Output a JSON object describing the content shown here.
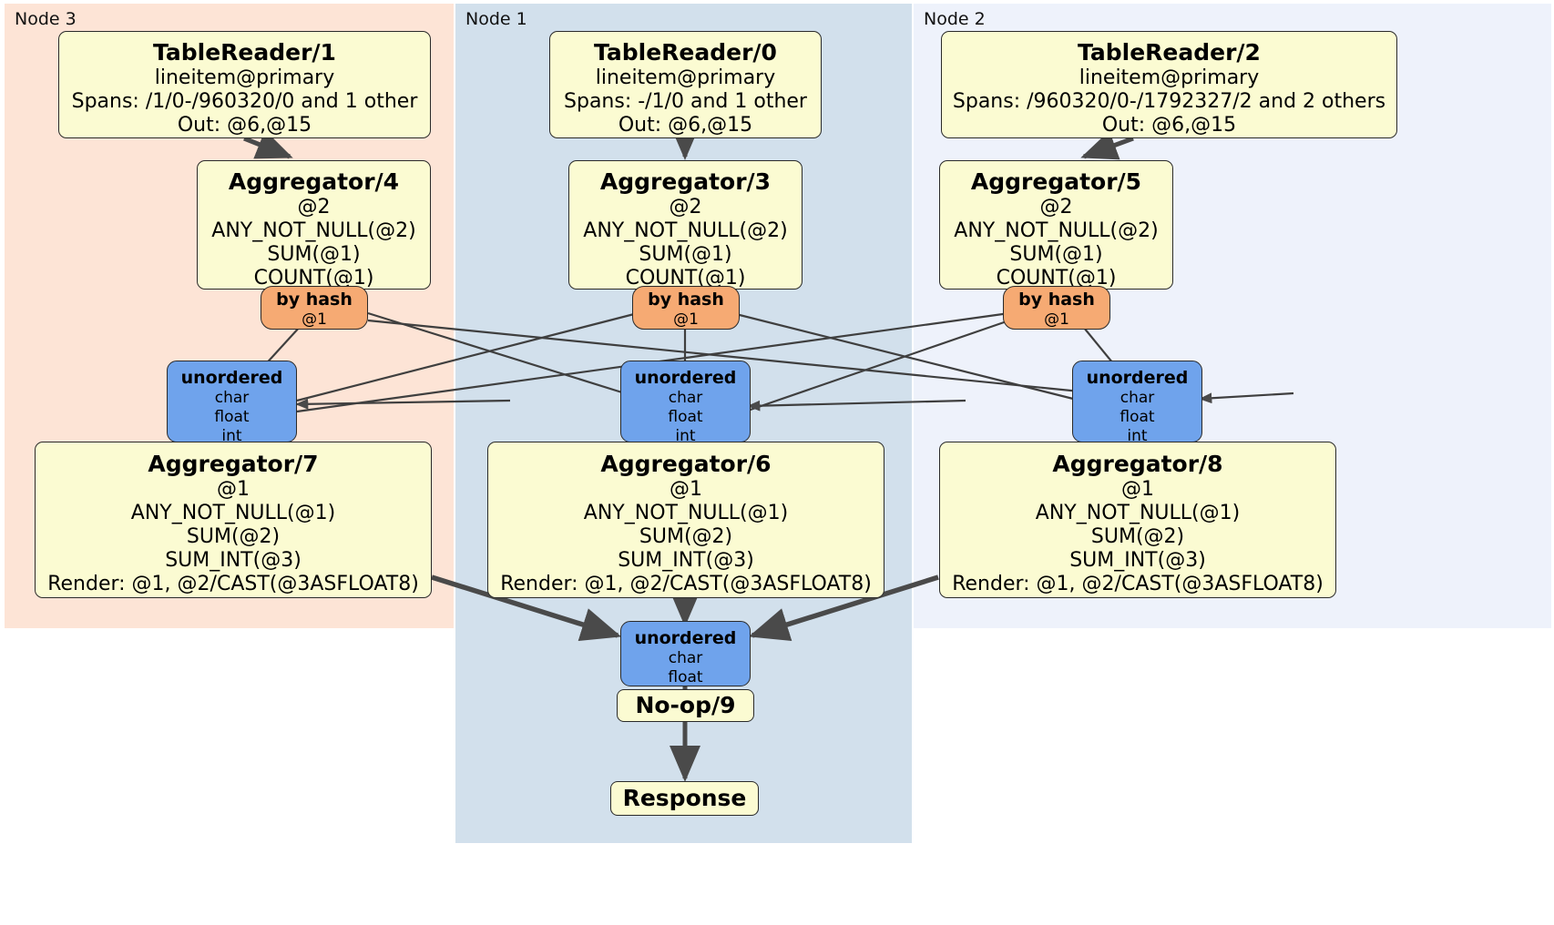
{
  "diagram": {
    "title": "Distributed query execution plan",
    "colors": {
      "proc_fill": "#fbfbd2",
      "router_fill": "#f6aa73",
      "sync_fill": "#6fa3ec",
      "node3_panel": "#fde4d6",
      "node1_panel": "#d2e0ec",
      "node2_panel": "#eef2fb",
      "edge_thin": "#4a4a4a",
      "edge_thick": "#4a4a4a",
      "border": "#2a2a2a"
    }
  },
  "panels": [
    {
      "id": "node3",
      "label": "Node 3"
    },
    {
      "id": "node1",
      "label": "Node 1"
    },
    {
      "id": "node2",
      "label": "Node 2"
    }
  ],
  "nodes": {
    "tablereader_1": {
      "title": "TableReader/1",
      "lines": [
        "lineitem@primary",
        "Spans: /1/0-/960320/0 and 1 other",
        "Out: @6,@15"
      ]
    },
    "tablereader_0": {
      "title": "TableReader/0",
      "lines": [
        "lineitem@primary",
        "Spans: -/1/0 and 1 other",
        "Out: @6,@15"
      ]
    },
    "tablereader_2": {
      "title": "TableReader/2",
      "lines": [
        "lineitem@primary",
        "Spans: /960320/0-/1792327/2 and 2 others",
        "Out: @6,@15"
      ]
    },
    "aggregator_4": {
      "title": "Aggregator/4",
      "lines": [
        "@2",
        "ANY_NOT_NULL(@2)",
        "SUM(@1)",
        "COUNT(@1)"
      ]
    },
    "aggregator_3": {
      "title": "Aggregator/3",
      "lines": [
        "@2",
        "ANY_NOT_NULL(@2)",
        "SUM(@1)",
        "COUNT(@1)"
      ]
    },
    "aggregator_5": {
      "title": "Aggregator/5",
      "lines": [
        "@2",
        "ANY_NOT_NULL(@2)",
        "SUM(@1)",
        "COUNT(@1)"
      ]
    },
    "byhash_left": {
      "title": "by hash",
      "lines": [
        "@1"
      ]
    },
    "byhash_center": {
      "title": "by hash",
      "lines": [
        "@1"
      ]
    },
    "byhash_right": {
      "title": "by hash",
      "lines": [
        "@1"
      ]
    },
    "unordered_left": {
      "title": "unordered",
      "lines": [
        "char",
        "float",
        "int"
      ]
    },
    "unordered_center": {
      "title": "unordered",
      "lines": [
        "char",
        "float",
        "int"
      ]
    },
    "unordered_right": {
      "title": "unordered",
      "lines": [
        "char",
        "float",
        "int"
      ]
    },
    "aggregator_7": {
      "title": "Aggregator/7",
      "lines": [
        "@1",
        "ANY_NOT_NULL(@1)",
        "SUM(@2)",
        "SUM_INT(@3)",
        "Render: @1, @2/CAST(@3ASFLOAT8)"
      ]
    },
    "aggregator_6": {
      "title": "Aggregator/6",
      "lines": [
        "@1",
        "ANY_NOT_NULL(@1)",
        "SUM(@2)",
        "SUM_INT(@3)",
        "Render: @1, @2/CAST(@3ASFLOAT8)"
      ]
    },
    "aggregator_8": {
      "title": "Aggregator/8",
      "lines": [
        "@1",
        "ANY_NOT_NULL(@1)",
        "SUM(@2)",
        "SUM_INT(@3)",
        "Render: @1, @2/CAST(@3ASFLOAT8)"
      ]
    },
    "unordered_final": {
      "title": "unordered",
      "lines": [
        "char",
        "float"
      ]
    },
    "noop_9": {
      "title": "No-op/9"
    },
    "response": {
      "title": "Response"
    }
  }
}
